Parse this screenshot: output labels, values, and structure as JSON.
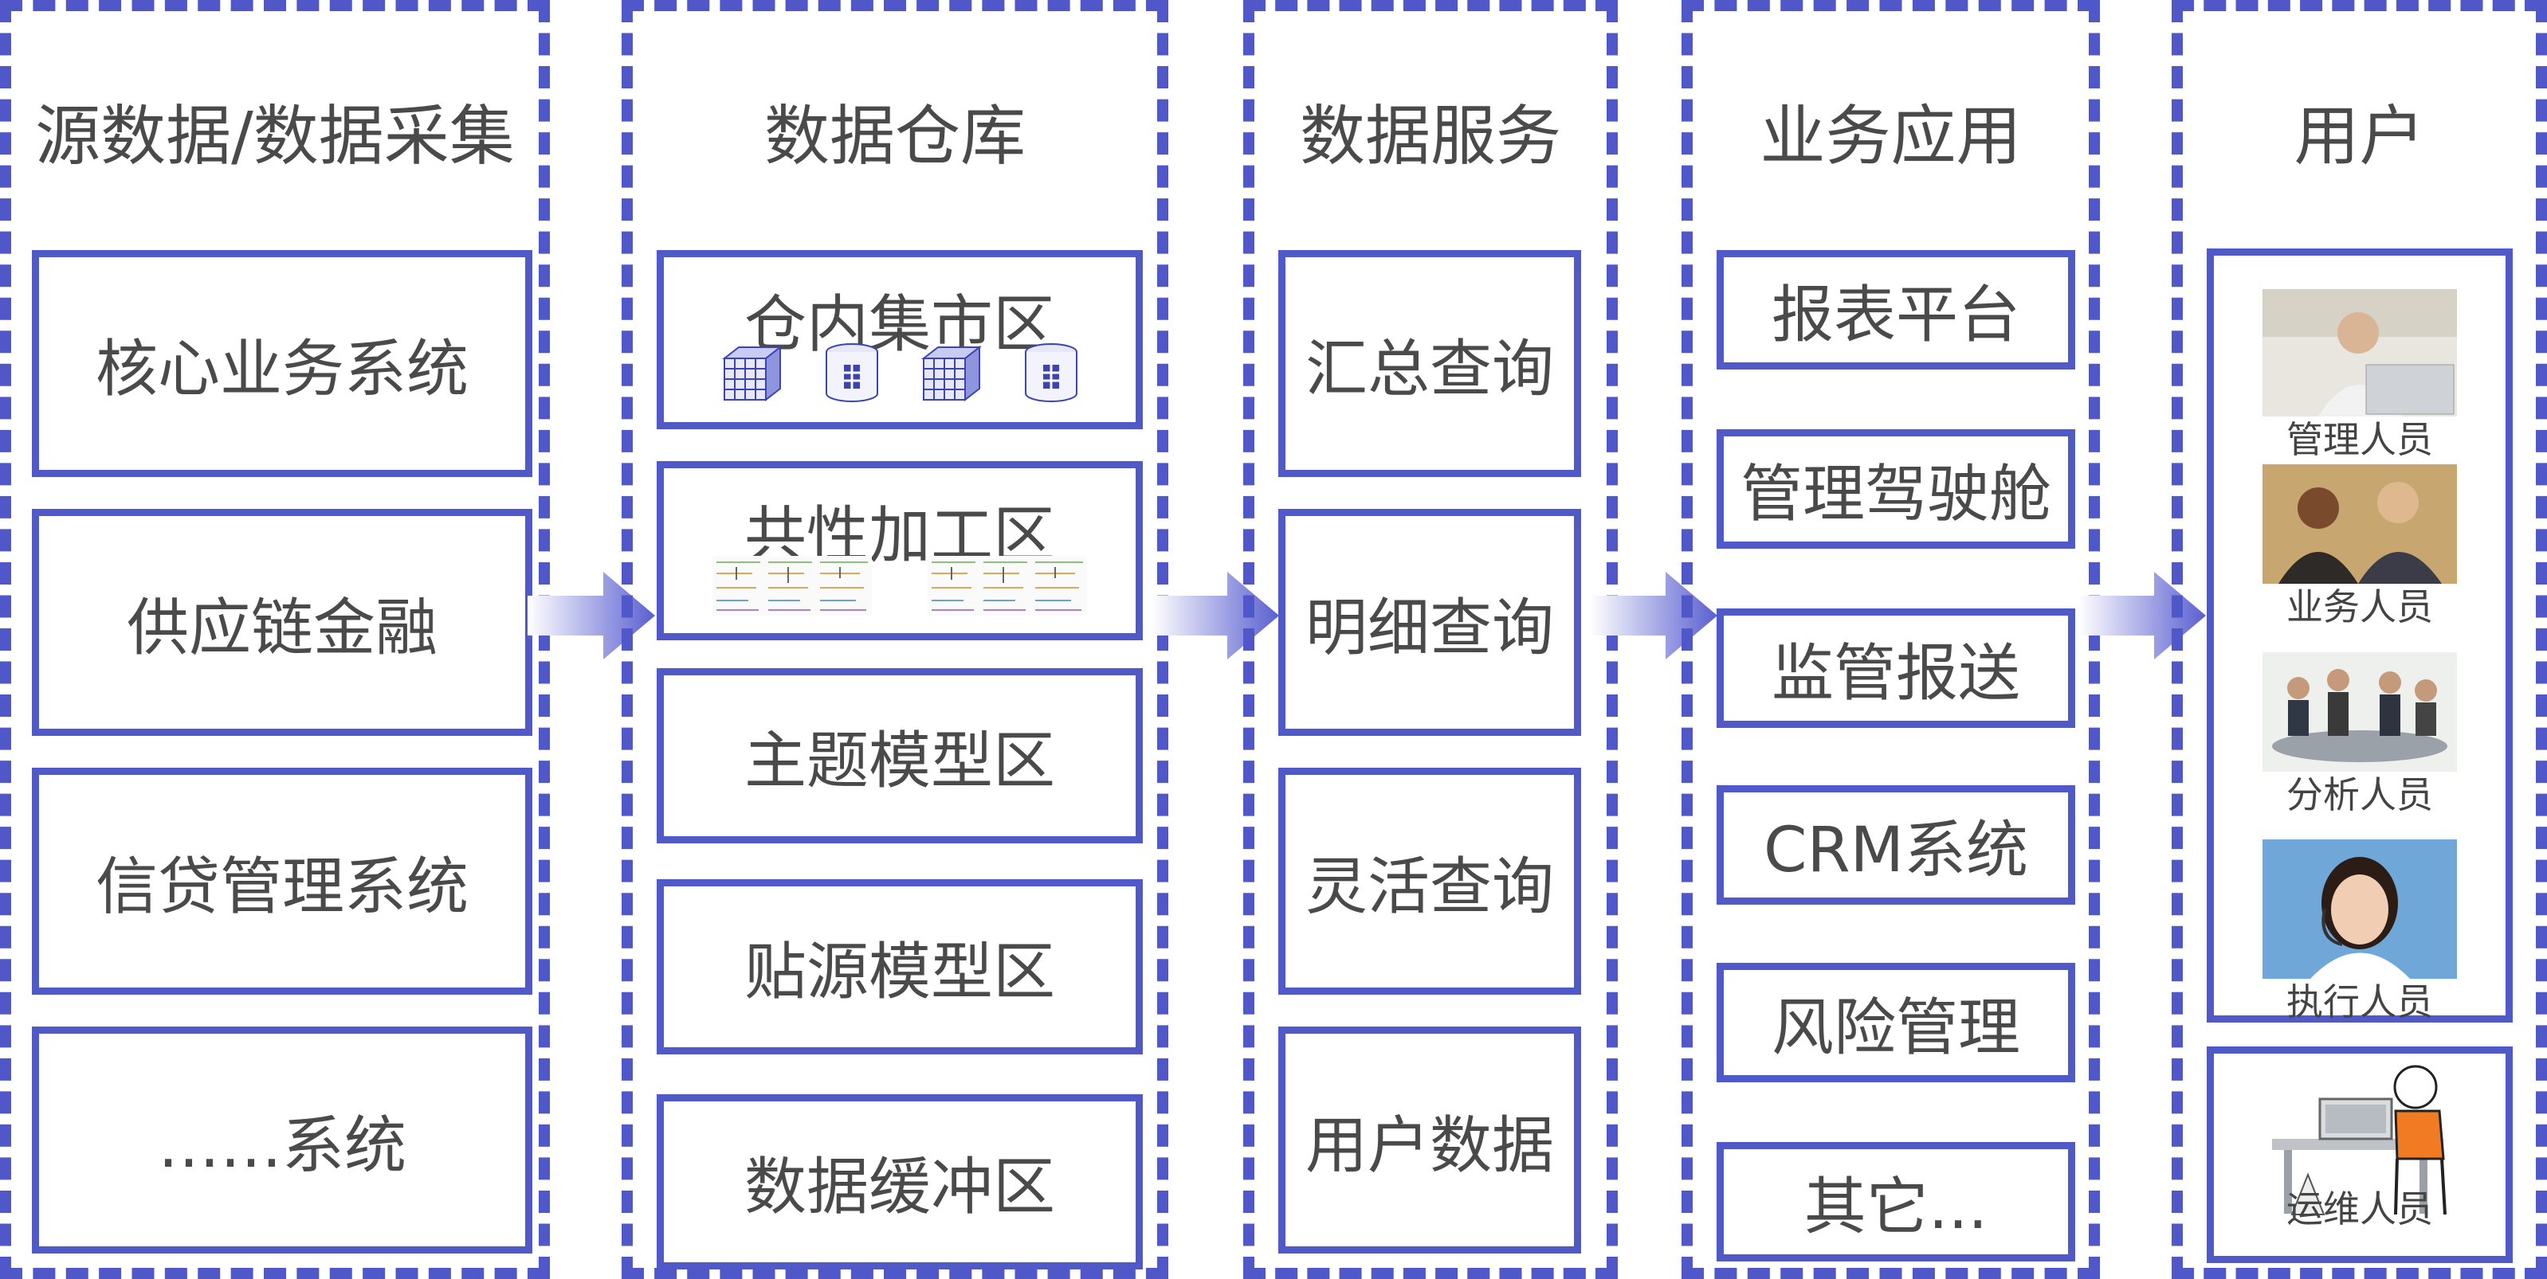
{
  "columns": {
    "source": {
      "title": "源数据/数据采集",
      "items": [
        "核心业务系统",
        "供应链金融",
        "信贷管理系统",
        "……系统"
      ]
    },
    "warehouse": {
      "title": "数据仓库",
      "items": [
        "仓内集市区",
        "共性加工区",
        "主题模型区",
        "贴源模型区",
        "数据缓冲区"
      ]
    },
    "service": {
      "title": "数据服务",
      "items": [
        "汇总查询",
        "明细查询",
        "灵活查询",
        "用户数据"
      ]
    },
    "application": {
      "title": "业务应用",
      "items": [
        "报表平台",
        "管理驾驶舱",
        "监管报送",
        "CRM系统",
        "风险管理",
        "其它..."
      ]
    },
    "users": {
      "title": "用户",
      "items": [
        "管理人员",
        "业务人员",
        "分析人员",
        "执行人员",
        "运维人员"
      ]
    }
  },
  "icons": {
    "warehouse_mart": [
      "cube-icon",
      "database-icon",
      "cube-icon",
      "database-icon"
    ],
    "warehouse_common": [
      "report-thumbnail-icon",
      "report-thumbnail-icon"
    ],
    "arrow": "right-arrow-icon"
  },
  "colors": {
    "border": "#4f57c9",
    "arrow_start": "#ffffff",
    "arrow_end": "#5a5fd0"
  }
}
